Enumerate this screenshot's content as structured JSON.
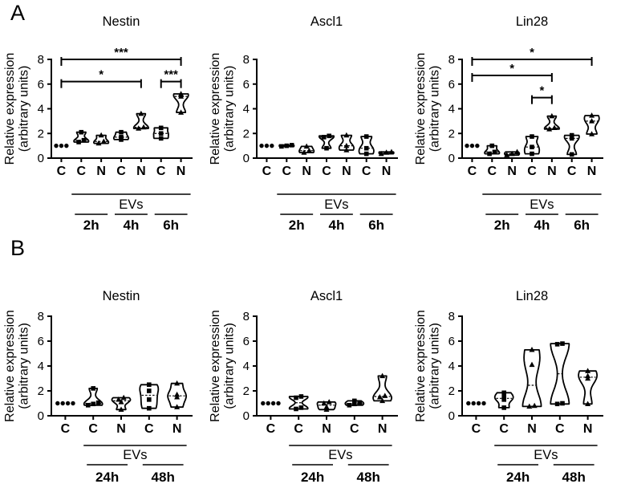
{
  "figure": {
    "panels": [
      {
        "label": "A"
      },
      {
        "label": "B"
      }
    ]
  },
  "colors": {
    "ink": "#000000",
    "background": "#ffffff"
  },
  "chart_data": [
    {
      "panel": "A",
      "type": "violin",
      "title": "Nestin",
      "ylabel": [
        "Relative expression",
        "(arbitrary units)"
      ],
      "ylim": [
        0,
        8
      ],
      "yticks": [
        0,
        2,
        4,
        6,
        8
      ],
      "categories": [
        "C",
        "C",
        "N",
        "C",
        "N",
        "C",
        "N"
      ],
      "groups": [
        {
          "label": "C",
          "marker": "circle",
          "violin": false,
          "points": [
            1.0,
            1.0,
            1.0
          ]
        },
        {
          "label": "C",
          "marker": "square",
          "violin": true,
          "points": [
            1.3,
            1.45,
            2.1
          ]
        },
        {
          "label": "N",
          "marker": "triangle",
          "violin": true,
          "points": [
            1.2,
            1.35,
            1.85
          ]
        },
        {
          "label": "C",
          "marker": "square",
          "violin": true,
          "points": [
            1.5,
            1.7,
            2.1
          ]
        },
        {
          "label": "N",
          "marker": "triangle",
          "violin": true,
          "points": [
            2.4,
            2.5,
            3.6
          ]
        },
        {
          "label": "C",
          "marker": "square",
          "violin": true,
          "points": [
            1.6,
            2.0,
            2.45
          ]
        },
        {
          "label": "N",
          "marker": "triangle",
          "violin": true,
          "points": [
            3.7,
            5.0,
            5.2
          ]
        }
      ],
      "sig_bars": [
        {
          "from": 0,
          "to": 6,
          "y": 8.0,
          "label": "***"
        },
        {
          "from": 0,
          "to": 4,
          "y": 6.2,
          "label": "*"
        },
        {
          "from": 5,
          "to": 6,
          "y": 6.2,
          "label": "***"
        }
      ],
      "evs_span": {
        "label": "EVs",
        "from": 1,
        "to": 6
      },
      "time_spans": [
        {
          "label": "2h",
          "from": 1,
          "to": 2
        },
        {
          "label": "4h",
          "from": 3,
          "to": 4
        },
        {
          "label": "6h",
          "from": 5,
          "to": 6
        }
      ]
    },
    {
      "panel": "A",
      "type": "violin",
      "title": "Ascl1",
      "ylabel": [
        "Relative expression",
        "(arbitrary units)"
      ],
      "ylim": [
        0,
        8
      ],
      "yticks": [
        0,
        2,
        4,
        6,
        8
      ],
      "categories": [
        "C",
        "C",
        "N",
        "C",
        "N",
        "C",
        "N"
      ],
      "groups": [
        {
          "label": "C",
          "marker": "circle",
          "violin": false,
          "points": [
            1.0,
            1.0,
            1.0
          ]
        },
        {
          "label": "C",
          "marker": "square",
          "violin": true,
          "points": [
            0.95,
            1.0,
            1.05
          ]
        },
        {
          "label": "N",
          "marker": "triangle",
          "violin": true,
          "points": [
            0.45,
            0.6,
            0.95
          ]
        },
        {
          "label": "C",
          "marker": "square",
          "violin": true,
          "points": [
            0.8,
            1.7,
            1.8
          ]
        },
        {
          "label": "N",
          "marker": "triangle",
          "violin": true,
          "points": [
            0.65,
            1.0,
            1.85
          ]
        },
        {
          "label": "C",
          "marker": "square",
          "violin": true,
          "points": [
            0.35,
            0.8,
            1.75
          ]
        },
        {
          "label": "N",
          "marker": "triangle",
          "violin": true,
          "points": [
            0.35,
            0.45,
            0.5
          ]
        }
      ],
      "sig_bars": [],
      "evs_span": {
        "label": "EVs",
        "from": 1,
        "to": 6
      },
      "time_spans": [
        {
          "label": "2h",
          "from": 1,
          "to": 2
        },
        {
          "label": "4h",
          "from": 3,
          "to": 4
        },
        {
          "label": "6h",
          "from": 5,
          "to": 6
        }
      ]
    },
    {
      "panel": "A",
      "type": "violin",
      "title": "Lin28",
      "ylabel": [
        "Relative expression",
        "(arbitrary units)"
      ],
      "ylim": [
        0,
        8
      ],
      "yticks": [
        0,
        2,
        4,
        6,
        8
      ],
      "categories": [
        "C",
        "C",
        "N",
        "C",
        "N",
        "C",
        "N"
      ],
      "groups": [
        {
          "label": "C",
          "marker": "circle",
          "violin": false,
          "points": [
            1.0,
            1.0,
            1.0
          ]
        },
        {
          "label": "C",
          "marker": "square",
          "violin": true,
          "points": [
            0.35,
            0.5,
            1.0
          ]
        },
        {
          "label": "N",
          "marker": "triangle",
          "violin": true,
          "points": [
            0.25,
            0.35,
            0.5
          ]
        },
        {
          "label": "C",
          "marker": "square",
          "violin": true,
          "points": [
            0.35,
            0.9,
            1.75
          ]
        },
        {
          "label": "N",
          "marker": "triangle",
          "violin": true,
          "points": [
            2.35,
            2.45,
            3.4
          ]
        },
        {
          "label": "C",
          "marker": "square",
          "violin": true,
          "points": [
            0.3,
            1.6,
            1.85
          ]
        },
        {
          "label": "N",
          "marker": "triangle",
          "violin": true,
          "points": [
            1.95,
            3.0,
            3.45
          ]
        }
      ],
      "sig_bars": [
        {
          "from": 0,
          "to": 6,
          "y": 8.0,
          "label": "*"
        },
        {
          "from": 0,
          "to": 4,
          "y": 6.7,
          "label": "*"
        },
        {
          "from": 3,
          "to": 4,
          "y": 4.9,
          "label": "*"
        }
      ],
      "evs_span": {
        "label": "EVs",
        "from": 1,
        "to": 6
      },
      "time_spans": [
        {
          "label": "2h",
          "from": 1,
          "to": 2
        },
        {
          "label": "4h",
          "from": 3,
          "to": 4
        },
        {
          "label": "6h",
          "from": 5,
          "to": 6
        }
      ]
    },
    {
      "panel": "B",
      "type": "violin",
      "title": "Nestin",
      "ylabel": [
        "Relative expression",
        "(arbitrary units)"
      ],
      "ylim": [
        0,
        8
      ],
      "yticks": [
        0,
        2,
        4,
        6,
        8
      ],
      "categories": [
        "C",
        "C",
        "N",
        "C",
        "N"
      ],
      "groups": [
        {
          "label": "C",
          "marker": "circle",
          "violin": false,
          "points": [
            1.0,
            1.0,
            1.0,
            1.0
          ]
        },
        {
          "label": "C",
          "marker": "square",
          "violin": true,
          "points": [
            0.85,
            0.95,
            1.05,
            2.2
          ]
        },
        {
          "label": "N",
          "marker": "triangle",
          "violin": true,
          "points": [
            0.5,
            1.1,
            1.3,
            1.45
          ]
        },
        {
          "label": "C",
          "marker": "square",
          "violin": true,
          "points": [
            0.6,
            1.3,
            2.0,
            2.5
          ]
        },
        {
          "label": "N",
          "marker": "triangle",
          "violin": true,
          "points": [
            0.7,
            1.5,
            1.7,
            2.6
          ]
        }
      ],
      "sig_bars": [],
      "evs_span": {
        "label": "EVs",
        "from": 1,
        "to": 4
      },
      "time_spans": [
        {
          "label": "24h",
          "from": 1,
          "to": 2
        },
        {
          "label": "48h",
          "from": 3,
          "to": 4
        }
      ]
    },
    {
      "panel": "B",
      "type": "violin",
      "title": "Ascl1",
      "ylabel": [
        "Relative expression",
        "(arbitrary units)"
      ],
      "ylim": [
        0,
        8
      ],
      "yticks": [
        0,
        2,
        4,
        6,
        8
      ],
      "categories": [
        "C",
        "C",
        "N",
        "C",
        "N"
      ],
      "groups": [
        {
          "label": "C",
          "marker": "circle",
          "violin": false,
          "points": [
            1.0,
            1.0,
            1.0,
            1.0
          ]
        },
        {
          "label": "C",
          "marker": "square",
          "violin": true,
          "points": [
            0.55,
            0.65,
            1.45,
            1.55
          ]
        },
        {
          "label": "N",
          "marker": "triangle",
          "violin": true,
          "points": [
            0.5,
            0.7,
            1.0,
            1.1
          ]
        },
        {
          "label": "C",
          "marker": "square",
          "violin": true,
          "points": [
            0.85,
            0.95,
            1.0,
            1.2
          ]
        },
        {
          "label": "N",
          "marker": "triangle",
          "violin": true,
          "points": [
            1.2,
            1.5,
            1.6,
            3.2
          ]
        }
      ],
      "sig_bars": [],
      "evs_span": {
        "label": "EVs",
        "from": 1,
        "to": 4
      },
      "time_spans": [
        {
          "label": "24h",
          "from": 1,
          "to": 2
        },
        {
          "label": "48h",
          "from": 3,
          "to": 4
        }
      ]
    },
    {
      "panel": "B",
      "type": "violin",
      "title": "Lin28",
      "ylabel": [
        "Relative expression",
        "(arbitrary units)"
      ],
      "ylim": [
        0,
        8
      ],
      "yticks": [
        0,
        2,
        4,
        6,
        8
      ],
      "categories": [
        "C",
        "C",
        "N",
        "C",
        "N"
      ],
      "groups": [
        {
          "label": "C",
          "marker": "circle",
          "violin": false,
          "points": [
            1.0,
            1.0,
            1.0,
            1.0
          ]
        },
        {
          "label": "C",
          "marker": "square",
          "violin": true,
          "points": [
            0.65,
            1.3,
            1.5,
            1.85
          ]
        },
        {
          "label": "N",
          "marker": "triangle",
          "violin": true,
          "points": [
            0.75,
            0.8,
            4.1,
            5.3
          ]
        },
        {
          "label": "C",
          "marker": "square",
          "violin": true,
          "points": [
            0.95,
            1.0,
            5.75,
            5.8
          ]
        },
        {
          "label": "N",
          "marker": "triangle",
          "violin": true,
          "points": [
            0.95,
            3.0,
            3.2,
            3.6
          ]
        }
      ],
      "sig_bars": [],
      "evs_span": {
        "label": "EVs",
        "from": 1,
        "to": 4
      },
      "time_spans": [
        {
          "label": "24h",
          "from": 1,
          "to": 2
        },
        {
          "label": "48h",
          "from": 3,
          "to": 4
        }
      ]
    }
  ]
}
